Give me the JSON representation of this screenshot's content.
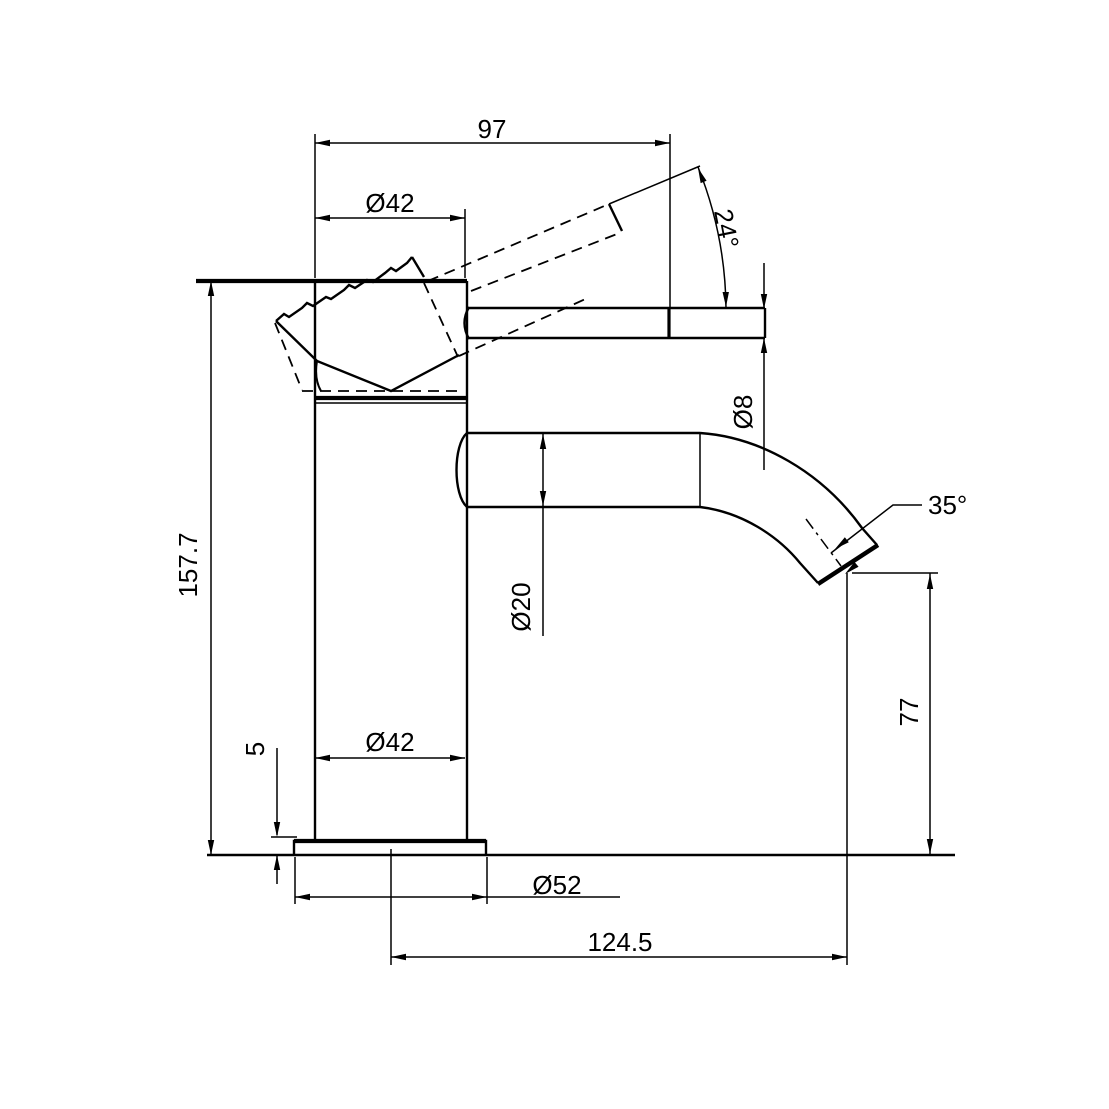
{
  "drawing": {
    "background_color": "#ffffff",
    "line_color": "#000000",
    "type": "faucet technical dimension drawing",
    "dims": {
      "top_width": "97",
      "top_diameter": "Ø42",
      "handle_angle": "24°",
      "pin_diameter": "Ø8",
      "overall_height": "157.7",
      "spout_diameter": "Ø20",
      "outlet_angle": "35°",
      "outlet_height": "77",
      "plate_thickness": "5",
      "body_diameter": "Ø42",
      "plate_diameter": "Ø52",
      "reach": "124.5"
    }
  }
}
